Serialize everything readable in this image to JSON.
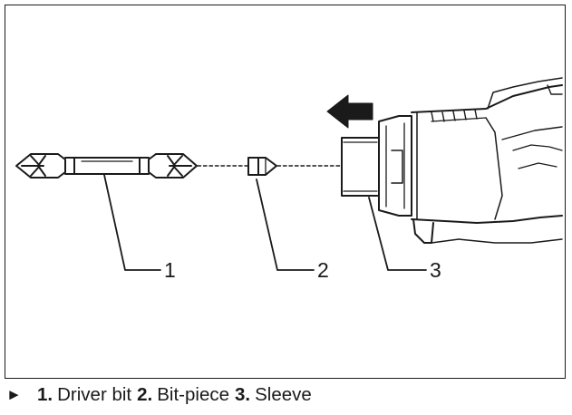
{
  "figure": {
    "callouts": [
      {
        "number": "1",
        "part": "driver-bit"
      },
      {
        "number": "2",
        "part": "bit-piece"
      },
      {
        "number": "3",
        "part": "sleeve"
      }
    ],
    "arrow_direction": "left"
  },
  "caption": {
    "marker": "►",
    "items": [
      {
        "number": "1.",
        "label": "Driver bit"
      },
      {
        "number": "2.",
        "label": "Bit-piece"
      },
      {
        "number": "3.",
        "label": "Sleeve"
      }
    ]
  }
}
